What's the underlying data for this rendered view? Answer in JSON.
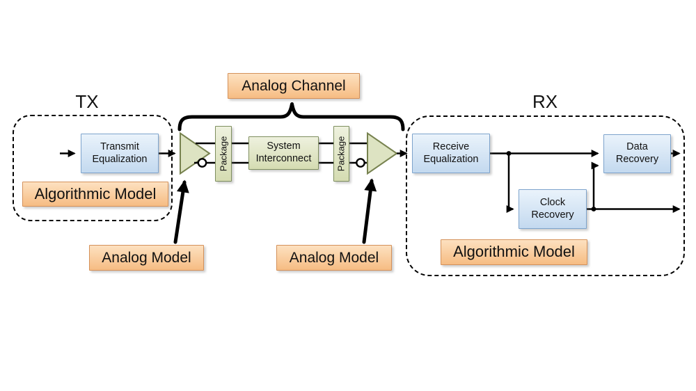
{
  "colors": {
    "orange_fill_top": "#fde1c0",
    "orange_fill_bottom": "#f6bc83",
    "orange_border": "#d4915a",
    "blue_fill_top": "#eaf3fb",
    "blue_fill_bottom": "#c3d9ef",
    "blue_border": "#7da3cc",
    "green_fill_top": "#eef1de",
    "green_fill_bottom": "#d5dcb2",
    "green_border": "#7e8e5e"
  },
  "tx": {
    "title": "TX",
    "transmit_equalization": "Transmit\nEqualization",
    "algorithmic_model": "Algorithmic Model"
  },
  "channel": {
    "title": "Analog Channel",
    "package_left": "Package",
    "system_interconnect": "System\nInterconnect",
    "package_right": "Package",
    "analog_model_left": "Analog Model",
    "analog_model_right": "Analog Model"
  },
  "rx": {
    "title": "RX",
    "receive_equalization": "Receive\nEqualization",
    "data_recovery": "Data\nRecovery",
    "clock_recovery": "Clock\nRecovery",
    "algorithmic_model": "Algorithmic Model"
  }
}
